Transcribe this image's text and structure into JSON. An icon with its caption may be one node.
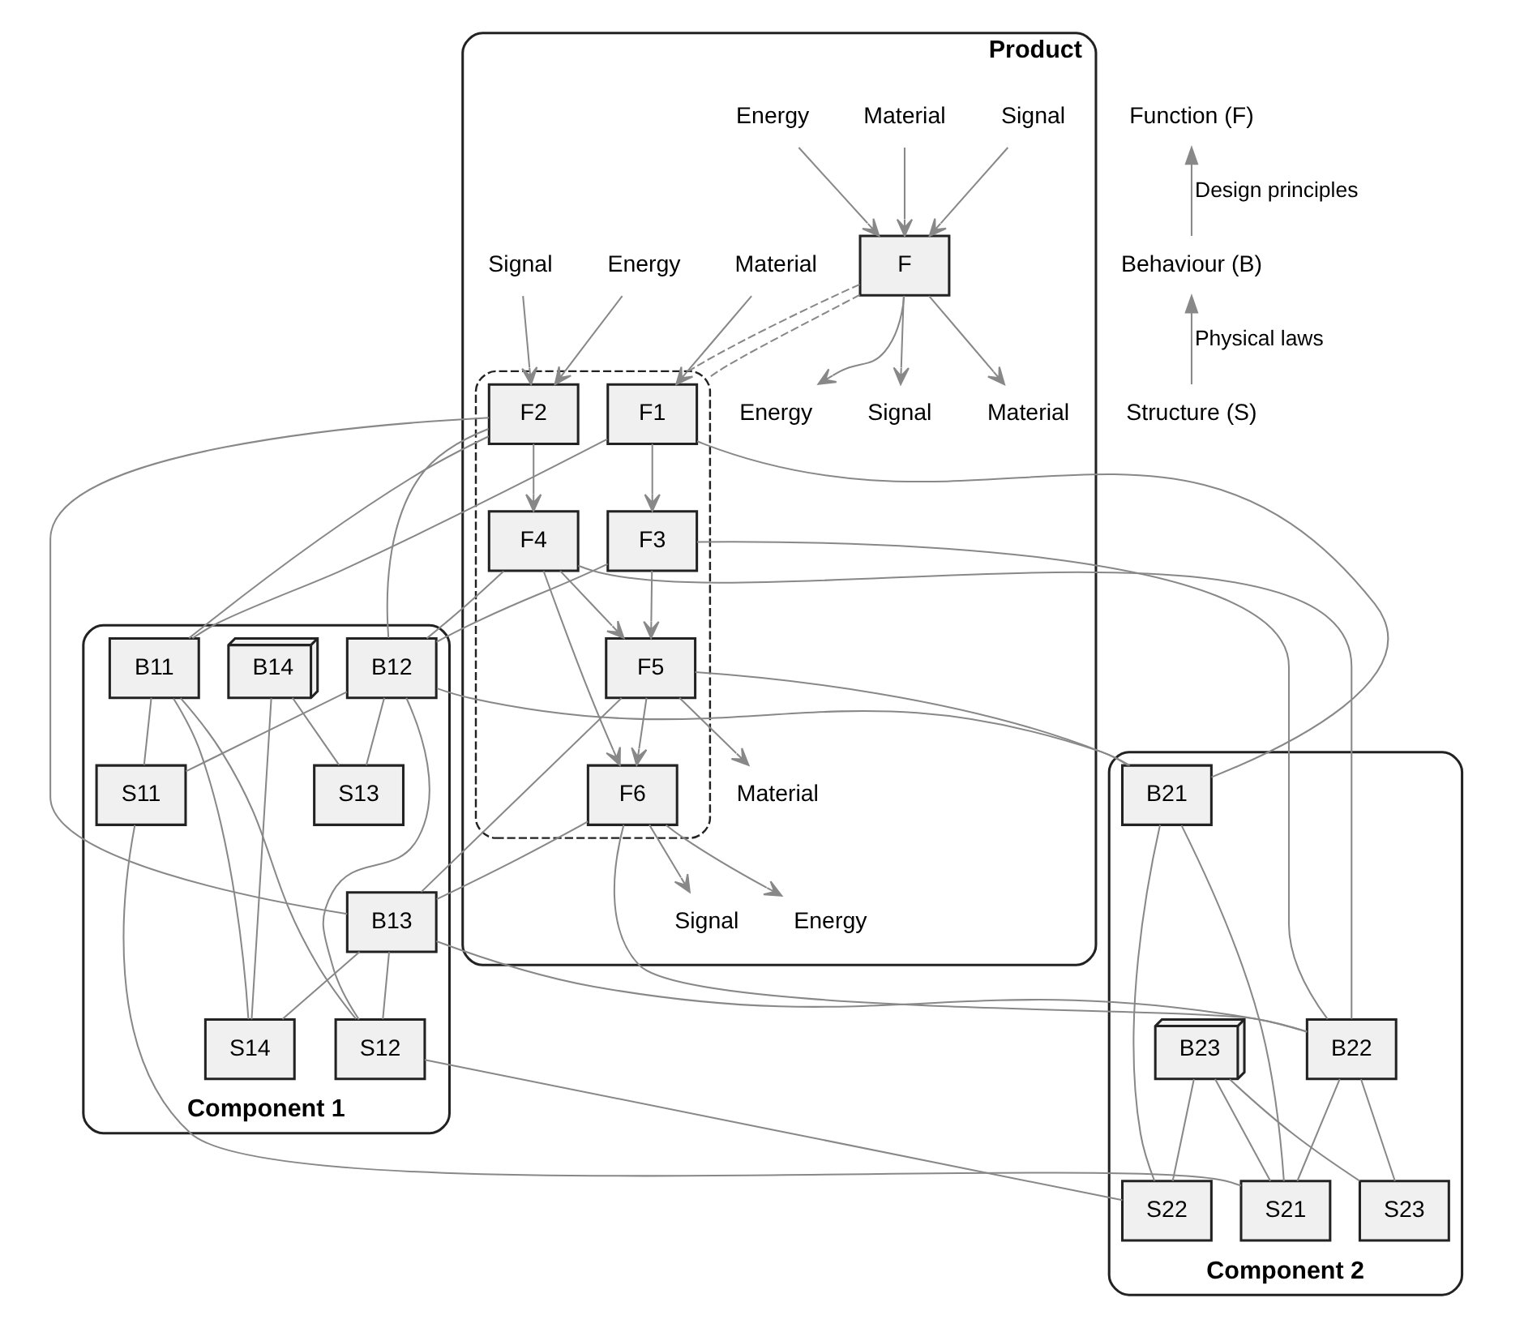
{
  "diagram": {
    "nodes": [
      {
        "text": [
          "Product"
        ]
      },
      {
        "text": [
          "Material"
        ],
        "in": 0
      },
      {
        "text": [
          "Energy"
        ],
        "in": 0
      },
      {
        "text": [
          "Signal"
        ],
        "in": 0
      },
      {
        "text": [
          "F"
        ],
        "in": 0
      },
      {
        "text": [
          "Material"
        ],
        "in": 0
      },
      {
        "text": [
          "Energy"
        ],
        "in": 0
      },
      {
        "text": [
          "Signal"
        ],
        "in": 0
      },
      {
        "text": [],
        "shape": "box",
        "in": 0
      },
      {
        "text": [
          "Material"
        ],
        "in": 0
      },
      {
        "text": [
          "Energy"
        ],
        "in": 0
      },
      {
        "text": [
          "Signal"
        ],
        "in": 0
      },
      {
        "text": [
          "F1"
        ],
        "in": 8
      },
      {
        "text": [
          "F2"
        ],
        "in": 8
      },
      {
        "text": [
          "F3"
        ],
        "in": 8
      },
      {
        "text": [
          "F4"
        ],
        "in": 8
      },
      {
        "text": [
          "F5"
        ],
        "in": 8
      },
      {
        "text": [
          "F6"
        ],
        "in": 8
      },
      {
        "text": [
          "Material"
        ],
        "in": 0
      },
      {
        "text": [
          "Energy"
        ],
        "in": 0
      },
      {
        "text": [
          "Signal"
        ],
        "in": 0
      },
      {
        "text": [
          "Component 1"
        ]
      },
      {
        "text": [
          "B11"
        ],
        "in": 21
      },
      {
        "text": [
          "B12"
        ],
        "in": 21
      },
      {
        "text": [
          "B13"
        ],
        "in": 21
      },
      {
        "text": [
          "B14"
        ],
        "in": 21
      },
      {
        "text": [
          "S11"
        ],
        "in": 21
      },
      {
        "text": [
          "S12"
        ],
        "in": 21
      },
      {
        "text": [
          "S13"
        ],
        "in": 21
      },
      {
        "text": [
          "S14"
        ],
        "in": 21
      },
      {
        "text": [
          "Component 2"
        ]
      },
      {
        "text": [
          "B21"
        ],
        "in": 30
      },
      {
        "text": [
          "B22"
        ],
        "in": 30
      },
      {
        "text": [
          "B23"
        ],
        "in": 30
      },
      {
        "text": [
          "S21"
        ],
        "in": 30
      },
      {
        "text": [
          "S22"
        ],
        "in": 30
      },
      {
        "text": [
          "S23"
        ],
        "in": 30
      },
      {
        "text": [
          "Function (F)"
        ]
      },
      {
        "text": [
          "Behaviour (B)"
        ]
      },
      {
        "text": [
          "Structure (S)"
        ]
      }
    ],
    "edges": [
      {
        "from": 1,
        "to": 4,
        "arrow": "to"
      },
      {
        "from": 2,
        "to": 4,
        "arrow": "to"
      },
      {
        "from": 3,
        "to": 4,
        "arrow": "to"
      },
      {
        "from": 4,
        "to": 5,
        "arrow": "to"
      },
      {
        "from": 4,
        "to": 6,
        "arrow": "to"
      },
      {
        "from": 4,
        "to": 7,
        "arrow": "to"
      },
      {
        "from": 4,
        "to": 8,
        "arrow": "none",
        "style": "dashed"
      },
      {
        "from": 4,
        "to": 8,
        "arrow": "none",
        "style": "dashed"
      },
      {
        "from": 9,
        "to": 12,
        "arrow": "to"
      },
      {
        "from": 10,
        "to": 13,
        "arrow": "to"
      },
      {
        "from": 11,
        "to": 13,
        "arrow": "to"
      },
      {
        "from": 12,
        "to": 14,
        "arrow": "to"
      },
      {
        "from": 13,
        "to": 15,
        "arrow": "to"
      },
      {
        "from": 14,
        "to": 16,
        "arrow": "to"
      },
      {
        "from": 15,
        "to": 16,
        "arrow": "to"
      },
      {
        "from": 15,
        "to": 17,
        "arrow": "to"
      },
      {
        "from": 16,
        "to": 18,
        "arrow": "to"
      },
      {
        "from": 16,
        "to": 17,
        "arrow": "to"
      },
      {
        "from": 17,
        "to": 19,
        "arrow": "to"
      },
      {
        "from": 17,
        "to": 20,
        "arrow": "to"
      },
      {
        "from": 12,
        "to": 22,
        "arrow": "none"
      },
      {
        "from": 13,
        "to": 22,
        "arrow": "none"
      },
      {
        "from": 13,
        "to": 23,
        "arrow": "none"
      },
      {
        "from": 14,
        "to": 23,
        "arrow": "none"
      },
      {
        "from": 15,
        "to": 23,
        "arrow": "none"
      },
      {
        "from": 13,
        "to": 24,
        "arrow": "none"
      },
      {
        "from": 16,
        "to": 24,
        "arrow": "none"
      },
      {
        "from": 17,
        "to": 24,
        "arrow": "none"
      },
      {
        "from": 12,
        "to": 31,
        "arrow": "none"
      },
      {
        "from": 16,
        "to": 31,
        "arrow": "none"
      },
      {
        "from": 14,
        "to": 32,
        "arrow": "none"
      },
      {
        "from": 15,
        "to": 32,
        "arrow": "none"
      },
      {
        "from": 17,
        "to": 32,
        "arrow": "none"
      },
      {
        "from": 22,
        "to": 26,
        "arrow": "none"
      },
      {
        "from": 22,
        "to": 27,
        "arrow": "none"
      },
      {
        "from": 22,
        "to": 29,
        "arrow": "none"
      },
      {
        "from": 23,
        "to": 26,
        "arrow": "none"
      },
      {
        "from": 23,
        "to": 27,
        "arrow": "none"
      },
      {
        "from": 23,
        "to": 28,
        "arrow": "none"
      },
      {
        "from": 24,
        "to": 27,
        "arrow": "none"
      },
      {
        "from": 24,
        "to": 29,
        "arrow": "none"
      },
      {
        "from": 25,
        "to": 28,
        "arrow": "none"
      },
      {
        "from": 25,
        "to": 29,
        "arrow": "none"
      },
      {
        "from": 31,
        "to": 34,
        "arrow": "none"
      },
      {
        "from": 31,
        "to": 35,
        "arrow": "none"
      },
      {
        "from": 32,
        "to": 34,
        "arrow": "none"
      },
      {
        "from": 32,
        "to": 36,
        "arrow": "none"
      },
      {
        "from": 33,
        "to": 34,
        "arrow": "none"
      },
      {
        "from": 33,
        "to": 35,
        "arrow": "none"
      },
      {
        "from": 33,
        "to": 36,
        "arrow": "none"
      },
      {
        "from": 23,
        "to": 31,
        "arrow": "none"
      },
      {
        "from": 24,
        "to": 32,
        "arrow": "none"
      },
      {
        "from": 26,
        "to": 34,
        "arrow": "none"
      },
      {
        "from": 27,
        "to": 35,
        "arrow": "none"
      },
      {
        "from": 39,
        "to": 38,
        "arrow": "to",
        "label": "Physical laws"
      },
      {
        "from": 38,
        "to": 37,
        "arrow": "to",
        "label": "Design principles"
      }
    ]
  }
}
